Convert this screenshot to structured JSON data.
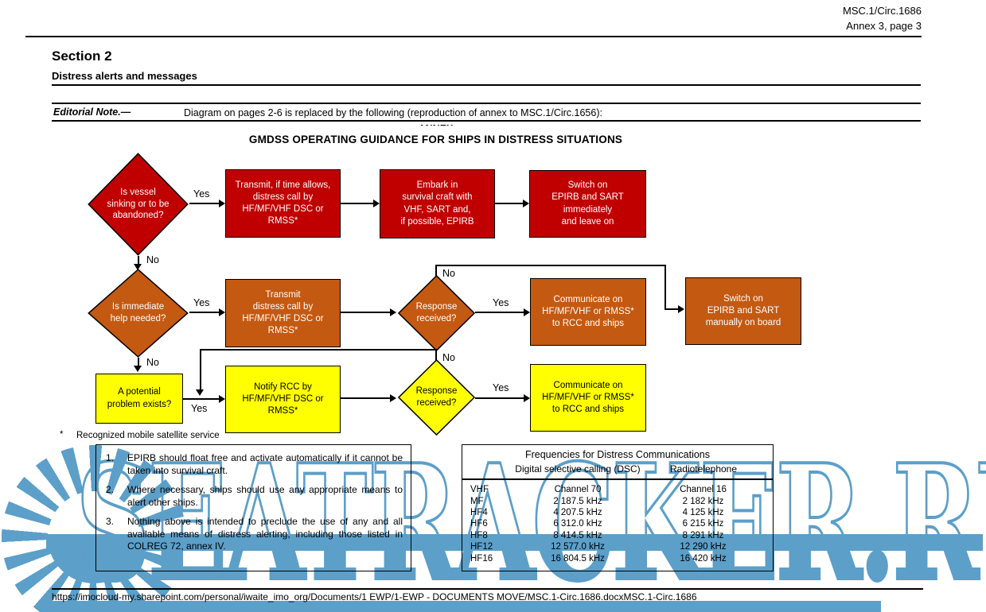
{
  "page": {
    "header_line1": "MSC.1/Circ.1686",
    "header_line2": "Annex 3, page 3",
    "section_title": "Section 2",
    "section_subtitle": "Distress alerts and messages",
    "editorial_label": "Editorial Note.—",
    "editorial_text": "Diagram on pages 2-6 is replaced by the following (reproduction of annex to MSC.1/Circ.1656):",
    "annex_clipped": "ANNEX",
    "diagram_title": "GMDSS OPERATING GUIDANCE FOR SHIPS IN DISTRESS SITUATIONS",
    "footnote_marker": "*",
    "footnote_text": "Recognized mobile satellite service",
    "footer_url": "https://imocloud-my.sharepoint.com/personal/iwaite_imo_org/Documents/1 EWP/1-EWP - DOCUMENTS MOVE/MSC.1-Circ.1686.docxMSC.1-Circ.1686"
  },
  "flowchart": {
    "colors": {
      "red": "#C00000",
      "orange": "#C45911",
      "yellow": "#FFFF00",
      "line": "#000000"
    },
    "labels": {
      "yes": "Yes",
      "no": "No"
    },
    "row1": {
      "decision": "Is vessel\nsinking or to be\nabandoned?",
      "box1": "Transmit, if time allows,\ndistress call by\nHF/MF/VHF DSC or\nRMSS*",
      "box2": "Embark in\nsurvival craft with\nVHF, SART and,\nif possible, EPIRB",
      "box3": "Switch on\nEPIRB and SART\nimmediately\nand leave on"
    },
    "row2": {
      "decision": "Is immediate\nhelp needed?",
      "box1": "Transmit\ndistress call by\nHF/MF/VHF DSC or\nRMSS*",
      "decision2": "Response\nreceived?",
      "box2": "Communicate on\nHF/MF/VHF or RMSS*\nto RCC and ships",
      "box3": "Switch on\nEPIRB and SART\nmanually on board"
    },
    "row3": {
      "decision": "A potential\nproblem exists?",
      "box1": "Notify RCC by\nHF/MF/VHF DSC or\nRMSS*",
      "decision2": "Response\nreceived?",
      "box2": "Communicate on\nHF/MF/VHF or RMSS*\nto RCC and ships"
    }
  },
  "notes": {
    "items": [
      {
        "num": "1.",
        "text": "EPIRB should float free and activate automatically if it cannot be taken into survival craft."
      },
      {
        "num": "2.",
        "text": "Where necessary, ships should use any appropriate means to alert other ships."
      },
      {
        "num": "3.",
        "text": "Nothing above is intended to preclude the use of any and all available means of distress alerting, including those listed in COLREG 72, annex IV."
      }
    ]
  },
  "freq_table": {
    "title": "Frequencies for Distress Communications",
    "col1_header": "Digital selective calling (DSC)",
    "col2_header": "Radiotelephone",
    "rows": [
      [
        "VHF",
        "Channel 70",
        "Channel 16"
      ],
      [
        "MF",
        "2 187.5 kHz",
        "2 182 kHz"
      ],
      [
        "HF4",
        "4 207.5 kHz",
        "4 125 kHz"
      ],
      [
        "HF6",
        "6 312.0 kHz",
        "6 215 kHz"
      ],
      [
        "HF8",
        "8 414.5 kHz",
        "8 291 kHz"
      ],
      [
        "HF12",
        "12 577.0 kHz",
        "12 290 kHz"
      ],
      [
        "HF16",
        "16 804.5 kHz",
        "16 420 kHz"
      ]
    ]
  },
  "watermark": {
    "text": "SEATRACKER.RU",
    "color": "#5C9FC9"
  }
}
